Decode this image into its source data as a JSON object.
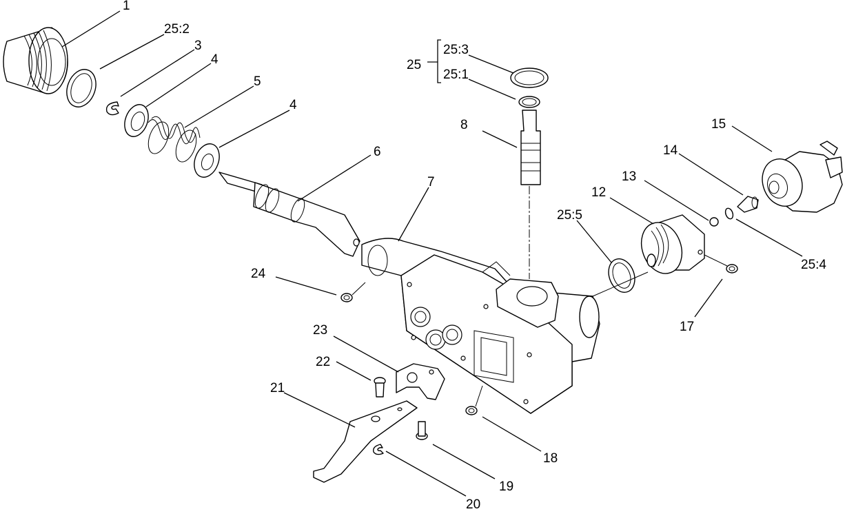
{
  "callouts": {
    "c1": "1",
    "c25_2": "25:2",
    "c3": "3",
    "c4a": "4",
    "c5": "5",
    "c4b": "4",
    "c6": "6",
    "c7": "7",
    "c25": "25",
    "c25_3": "25:3",
    "c25_1": "25:1",
    "c8": "8",
    "c15": "15",
    "c14": "14",
    "c13": "13",
    "c12": "12",
    "c25_5": "25:5",
    "c25_4": "25:4",
    "c17": "17",
    "c24": "24",
    "c23": "23",
    "c22": "22",
    "c21": "21",
    "c18": "18",
    "c19": "19",
    "c20": "20"
  },
  "colors": {
    "line": "#000000",
    "background": "#ffffff"
  }
}
